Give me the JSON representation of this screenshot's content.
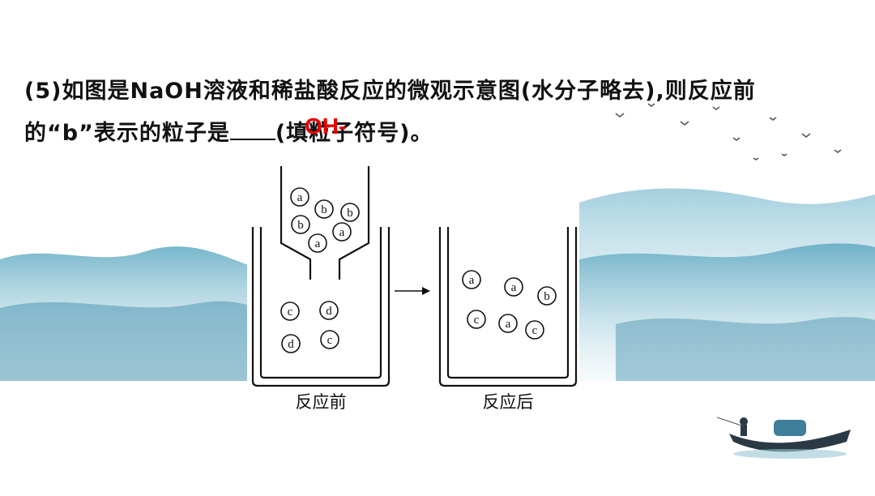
{
  "question": {
    "line1": "(5)如图是NaOH溶液和稀盐酸反应的微观示意图(水分子略去),则反应前",
    "line2_prefix": "的“b”表示的粒子是",
    "line2_suffix": "(填粒子符号)。",
    "answer": "OH-"
  },
  "diagram": {
    "before_label": "反应前",
    "after_label": "反应后",
    "particle_labels": {
      "a": "a",
      "b": "b",
      "c": "c",
      "d": "d"
    }
  },
  "colors": {
    "answer": "#e60000",
    "text": "#111111",
    "ink_wash": "#8fc3d6"
  }
}
